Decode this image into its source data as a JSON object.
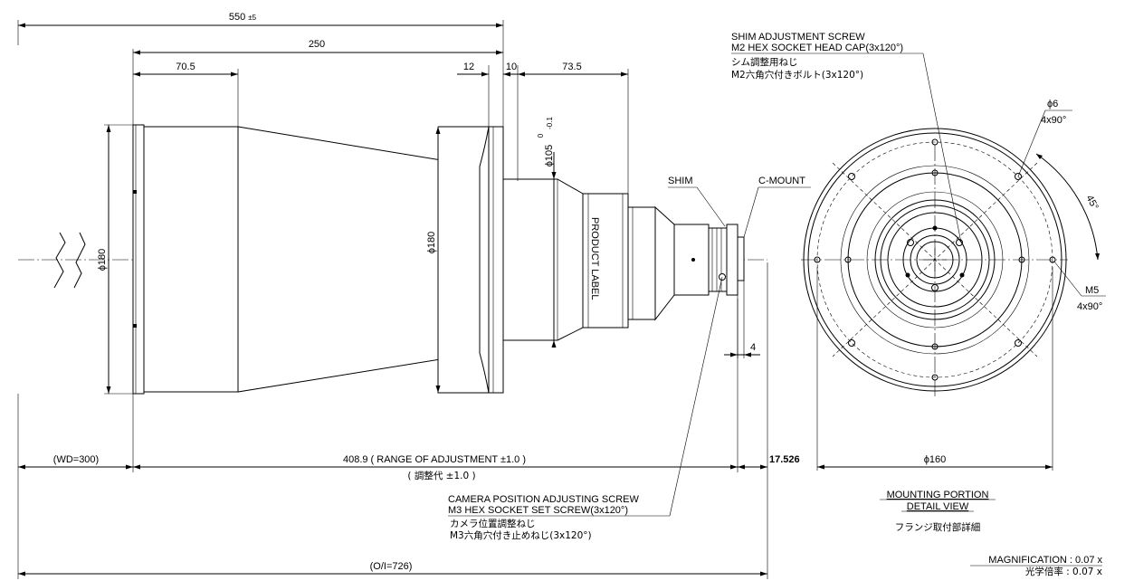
{
  "dims": {
    "overall": "550",
    "overall_tol": "±5",
    "d250": "250",
    "d70_5": "70.5",
    "d12": "12",
    "d10": "10",
    "d73_5": "73.5",
    "dia_left": "180",
    "dia_mid": "180",
    "dia_105": "105",
    "tol_upper": "0",
    "tol_lower": "-0.1",
    "wd": "(WD=300)",
    "range": "408.9 ( RANGE  OF ADJUSTMENT  ±1.0 )",
    "range_jp": "( 調整代    ±1.0 )",
    "d17_526": "17.526",
    "d4": "4",
    "oi": "(O/I=726)",
    "dia_160": "160",
    "dia_6": "6",
    "holes_4x90_a": "4x90°",
    "m5": "M5",
    "holes_4x90_b": "4x90°",
    "angle_45": "45°"
  },
  "labels": {
    "product_label": "PRODUCT LABEL",
    "shim": "SHIM",
    "cmount": "C-MOUNT",
    "shim_screw_1": "SHIM ADJUSTMENT SCREW",
    "shim_screw_2": "M2 HEX SOCKET HEAD CAP(3x120°)",
    "shim_screw_jp1": "シム調整用ねじ",
    "shim_screw_jp2": "M2六角穴付きボルト(3x120°)",
    "cam_screw_1": "CAMERA POSITION ADJUSTING SCREW",
    "cam_screw_2": "M3 HEX SOCKET SET SCREW(3x120°)",
    "cam_screw_jp1": "カメラ位置調整ねじ",
    "cam_screw_jp2": "M3六角穴付き止めねじ(3x120°)",
    "detail_1": "MOUNTING PORTION",
    "detail_2": "DETAIL VIEW",
    "detail_jp": "フランジ取付部詳細",
    "magnification": "MAGNIFICATION : 0.07 x",
    "magnification_jp": "光学倍率 : 0.07 x"
  },
  "symbols": {
    "diameter": "ϕ"
  }
}
